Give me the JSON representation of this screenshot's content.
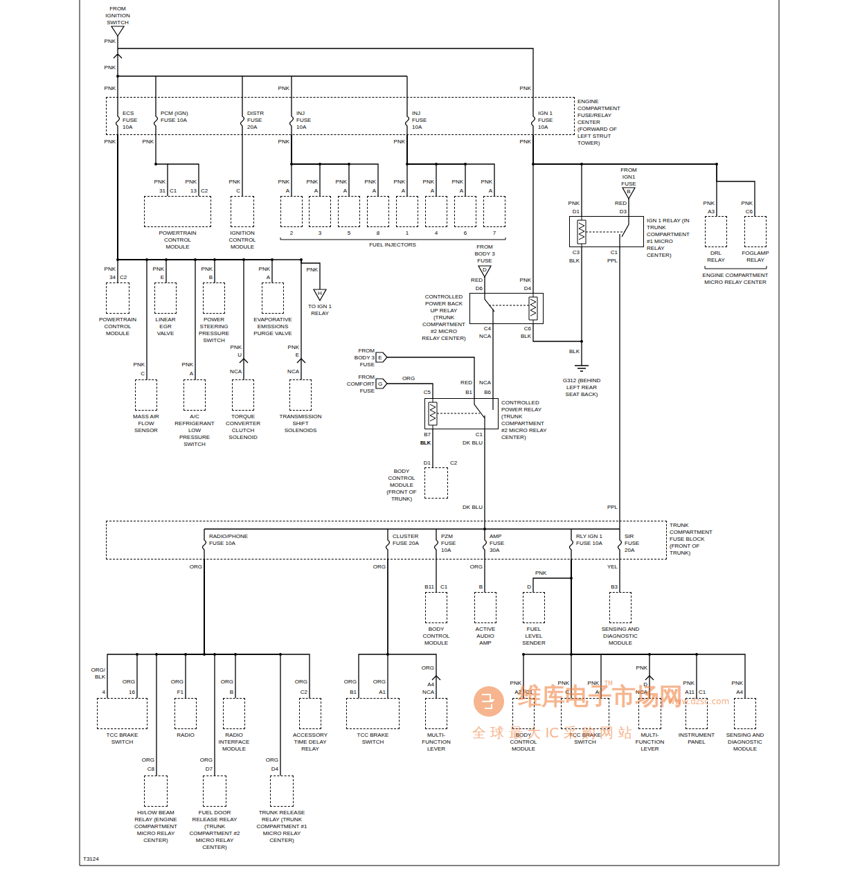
{
  "diagram": {
    "nodes": [
      {
        "text": [
          "ENGINE COMPARTMENT FUSE/RELAY CENTER (FORWARD OF LEFT STRUT TOWER)"
        ]
      },
      {
        "text": [
          "POWERTRAIN CONTROL MODULE"
        ]
      },
      {
        "text": [
          "IGNITION CONTROL MODULE"
        ]
      },
      {
        "text": [
          "2"
        ]
      },
      {
        "text": [
          "3"
        ]
      },
      {
        "text": [
          "5"
        ]
      },
      {
        "text": [
          "8"
        ]
      },
      {
        "text": [
          "1"
        ]
      },
      {
        "text": [
          "4"
        ]
      },
      {
        "text": [
          "6"
        ]
      },
      {
        "text": [
          "7"
        ]
      },
      {
        "text": [
          "IGN 1 RELAY (IN TRUNK COMPARTMENT #1 MICRO RELAY CENTER)"
        ]
      },
      {
        "text": [
          "DRL RELAY"
        ]
      },
      {
        "text": [
          "FOGLAMP RELAY"
        ]
      },
      {
        "text": [
          "POWERTRAIN CONTROL MODULE"
        ]
      },
      {
        "text": [
          "LINEAR EGR VALVE"
        ]
      },
      {
        "text": [
          "POWER STEERING PRESSURE SWITCH"
        ]
      },
      {
        "text": [
          "EVAPORATIVE EMISSIONS PURGE VALVE"
        ]
      },
      {
        "text": [
          "MASS AIR FLOW SENSOR"
        ]
      },
      {
        "text": [
          "A/C REFRIGERANT LOW PRESSURE SWITCH"
        ]
      },
      {
        "text": [
          "TORQUE CONVERTER CLUTCH SOLENOID"
        ]
      },
      {
        "text": [
          "TRANSMISSION SHIFT SOLENOIDS"
        ]
      },
      {
        "text": [
          "CONTROLLED POWER BACK UP RELAY (TRUNK COMPARTMENT #2 MICRO RELAY CENTER)"
        ]
      },
      {
        "text": [
          "CONTROLLED POWER RELAY (TRUNK COMPARTMENT #2 MICRO RELAY CENTER)"
        ]
      },
      {
        "text": [
          "BODY CONTROL MODULE (FRONT OF TRUNK)"
        ]
      },
      {
        "text": [
          "TRUNK COMPARTMENT FUSE BLOCK (FRONT OF TRUNK)"
        ]
      },
      {
        "text": [
          "BODY CONTROL MODULE"
        ]
      },
      {
        "text": [
          "ACTIVE AUDIO AMP"
        ]
      },
      {
        "text": [
          "FUEL LEVEL SENDER"
        ]
      },
      {
        "text": [
          "SENSING AND DIAGNOSTIC MODULE"
        ]
      },
      {
        "text": [
          "TCC BRAKE SWITCH"
        ]
      },
      {
        "text": [
          "RADIO"
        ]
      },
      {
        "text": [
          "RADIO INTERFACE MODULE"
        ]
      },
      {
        "text": [
          "ACCESSORY TIME DELAY RELAY"
        ]
      },
      {
        "text": [
          "HI/LOW BEAM RELAY (ENGINE COMPARTMENT MICRO RELAY CENTER)"
        ]
      },
      {
        "text": [
          "FUEL DOOR RELEASE RELAY (TRUNK COMPARTMENT #2 MICRO RELAY CENTER)"
        ]
      },
      {
        "text": [
          "TRUNK RELEASE RELAY (TRUNK COMPARTMENT #1 MICRO RELAY CENTER)"
        ]
      },
      {
        "text": [
          "TCC BRAKE SWITCH"
        ]
      },
      {
        "text": [
          "MULTI-FUNCTION LEVER"
        ]
      },
      {
        "text": [
          "BODY CONTROL MODULE"
        ]
      },
      {
        "text": [
          "TCC BRAKE SWITCH"
        ]
      },
      {
        "text": [
          "MULTI-FUNCTION LEVER"
        ]
      },
      {
        "text": [
          "INSTRUMENT PANEL"
        ]
      },
      {
        "text": [
          "SENSING AND DIAGNOSTIC MODULE"
        ]
      }
    ],
    "edges": [
      {
        "from": 0,
        "to": 1,
        "arrow": "none"
      },
      {
        "from": 0,
        "to": 2,
        "arrow": "none"
      },
      {
        "from": 0,
        "to": 3,
        "arrow": "none"
      },
      {
        "from": 0,
        "to": 4,
        "arrow": "none"
      },
      {
        "from": 0,
        "to": 5,
        "arrow": "none"
      },
      {
        "from": 0,
        "to": 6,
        "arrow": "none"
      },
      {
        "from": 0,
        "to": 7,
        "arrow": "none"
      },
      {
        "from": 0,
        "to": 8,
        "arrow": "none"
      },
      {
        "from": 0,
        "to": 9,
        "arrow": "none"
      },
      {
        "from": 0,
        "to": 10,
        "arrow": "none"
      },
      {
        "from": 0,
        "to": 11,
        "arrow": "none"
      },
      {
        "from": 0,
        "to": 12,
        "arrow": "none"
      },
      {
        "from": 0,
        "to": 13,
        "arrow": "none"
      },
      {
        "from": 0,
        "to": 14,
        "arrow": "none"
      },
      {
        "from": 0,
        "to": 15,
        "arrow": "none"
      },
      {
        "from": 0,
        "to": 16,
        "arrow": "none"
      },
      {
        "from": 0,
        "to": 17,
        "arrow": "none"
      },
      {
        "from": 0,
        "to": 18,
        "arrow": "none"
      },
      {
        "from": 0,
        "to": 19,
        "arrow": "none"
      },
      {
        "from": 0,
        "to": 20,
        "arrow": "none"
      },
      {
        "from": 0,
        "to": 21,
        "arrow": "none"
      },
      {
        "from": 0,
        "to": 22,
        "arrow": "none"
      },
      {
        "from": 22,
        "to": 23,
        "label": "NCA",
        "arrow": "none"
      },
      {
        "from": 23,
        "to": 24,
        "label": "BLK",
        "arrow": "none"
      },
      {
        "from": 23,
        "to": 25,
        "label": "DK BLU",
        "arrow": "none"
      },
      {
        "from": 11,
        "to": 25,
        "label": "PPL",
        "arrow": "none"
      },
      {
        "from": 25,
        "to": 26,
        "arrow": "none"
      },
      {
        "from": 25,
        "to": 27,
        "arrow": "none"
      },
      {
        "from": 25,
        "to": 28,
        "arrow": "none"
      },
      {
        "from": 25,
        "to": 29,
        "arrow": "none"
      },
      {
        "from": 25,
        "to": 30,
        "arrow": "none"
      },
      {
        "from": 25,
        "to": 31,
        "arrow": "none"
      },
      {
        "from": 25,
        "to": 32,
        "arrow": "none"
      },
      {
        "from": 25,
        "to": 33,
        "arrow": "none"
      },
      {
        "from": 25,
        "to": 34,
        "arrow": "none"
      },
      {
        "from": 25,
        "to": 35,
        "arrow": "none"
      },
      {
        "from": 25,
        "to": 36,
        "arrow": "none"
      },
      {
        "from": 25,
        "to": 37,
        "arrow": "none"
      },
      {
        "from": 25,
        "to": 38,
        "arrow": "none"
      },
      {
        "from": 25,
        "to": 39,
        "arrow": "none"
      },
      {
        "from": 25,
        "to": 40,
        "arrow": "none"
      },
      {
        "from": 25,
        "to": 41,
        "arrow": "none"
      },
      {
        "from": 25,
        "to": 42,
        "arrow": "none"
      },
      {
        "from": 25,
        "to": 43,
        "arrow": "none"
      }
    ],
    "labels": [
      "FROM IGNITION SWITCH",
      "PNK",
      "PNK",
      "PNK",
      "PNK",
      "PNK",
      "ECS FUSE 10A",
      "PCM (IGN) FUSE 10A",
      "DISTR FUSE 20A",
      "INJ FUSE 10A",
      "INJ FUSE 10A",
      "IGN 1 FUSE 10A",
      "PNK",
      "PNK",
      "PNK",
      "PNK",
      "PNK",
      "PNK",
      "31",
      "C1",
      "PNK",
      "13",
      "C2",
      "PNK",
      "C",
      "PNK",
      "A",
      "PNK",
      "A",
      "PNK",
      "A",
      "PNK",
      "A",
      "PNK",
      "A",
      "PNK",
      "A",
      "PNK",
      "A",
      "PNK",
      "A",
      "FUEL INJECTORS",
      "FROM BODY 3 FUSE",
      "D",
      "RED",
      "D6",
      "PNK",
      "D4",
      "C4",
      "C6",
      "BLK",
      "PNK",
      "D1",
      "FROM IGN1 FUSE",
      "B",
      "RED",
      "D3",
      "C3",
      "BLK",
      "C1",
      "PPL",
      "PNK",
      "A3",
      "PNK",
      "C6",
      "ENGINE COMPARTMENT MICRO RELAY CENTER",
      "BLK",
      "G312 (BEHIND LEFT REAR SEAT BACK)",
      "PNK",
      "34",
      "C2",
      "PNK",
      "E",
      "PNK",
      "B",
      "PNK",
      "A",
      "PNK",
      "H",
      "TO IGN 1 RELAY",
      "PNK",
      "C",
      "PNK",
      "A",
      "PNK",
      "U",
      "NCA",
      "PNK",
      "E",
      "NCA",
      "FROM BODY 3 FUSE",
      "E",
      "FROM COMFORT FUSE",
      "G",
      "ORG",
      "RED",
      "NCA",
      "C5",
      "B1",
      "B6",
      "B7",
      "BLK",
      "C1",
      "D1",
      "C2",
      "DK BLU",
      "RADIO/PHONE FUSE 10A",
      "CLUSTER FUSE 20A",
      "PZM FUSE 10A",
      "AMP FUSE 30A",
      "RLY IGN 1 FUSE 10A",
      "SIR FUSE 20A",
      "ORG",
      "ORG",
      "ORG",
      "YEL",
      "PNK",
      "B11",
      "C1",
      "B",
      "D",
      "B3",
      "ORG/ BLK",
      "4",
      "ORG",
      "16",
      "ORG",
      "F1",
      "ORG",
      "B",
      "ORG",
      "C2",
      "ORG",
      "C8",
      "ORG",
      "D7",
      "ORG",
      "D4",
      "ORG",
      "B1",
      "ORG",
      "A1",
      "ORG",
      "A4",
      "NCA",
      "PNK",
      "A2",
      "C1",
      "PNK",
      "C",
      "PNK",
      "A",
      "PNK",
      "D",
      "NCA",
      "PNK",
      "A11",
      "C1",
      "PNK",
      "A4",
      "T3124",
      "维库电子市场网",
      "TM",
      "www.dzsc.com",
      "全 球 最 大 IC 采 购 网 站"
    ]
  }
}
